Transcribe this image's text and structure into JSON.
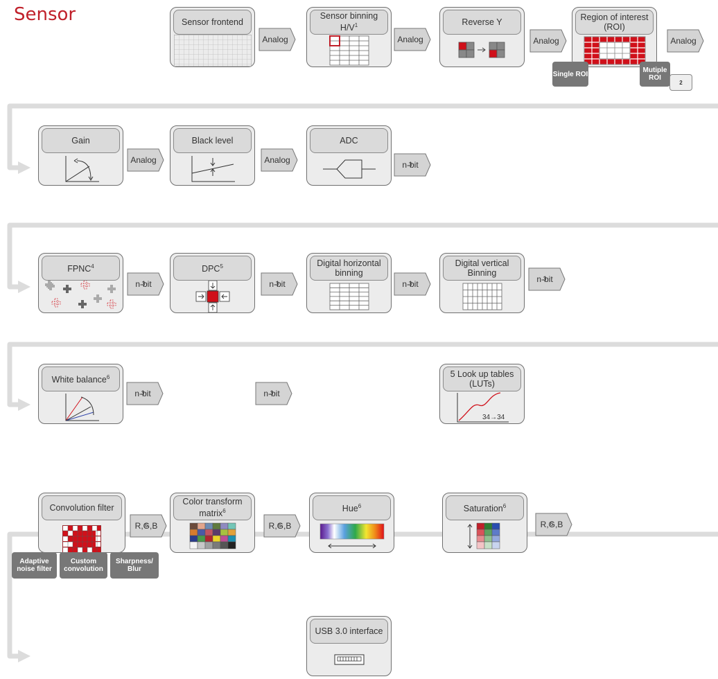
{
  "title": "Sensor",
  "blocks": {
    "sensor_frontend": "Sensor frontend",
    "sensor_binning": "Sensor binning H/V",
    "sensor_binning_sup": "1",
    "reverse_y": "Reverse Y",
    "roi": "Region of interest (ROI)",
    "roi_single": "Single ROI",
    "roi_multiple": "Mutiple ROI",
    "roi_multiple_sup": "2",
    "gain": "Gain",
    "black_level": "Black level",
    "adc": "ADC",
    "fpnc": "FPNC",
    "fpnc_sup": "4",
    "dpc": "DPC",
    "dpc_sup": "5",
    "dig_h_binning": "Digital horizontal binning",
    "dig_v_binning": "Digital vertical Binning",
    "white_balance": "White balance",
    "white_balance_sup": "6",
    "luts": "5 Look up tables (LUTs)",
    "luts_label": "34→34",
    "convolution": "Convolution filter",
    "conv_adaptive": "Adaptive noise filter",
    "conv_custom": "Custom convolution",
    "conv_sharpness": "Sharpness/ Blur",
    "color_matrix": "Color transform matrix",
    "color_matrix_sup": "6",
    "hue": "Hue",
    "hue_sup": "6",
    "saturation": "Saturation",
    "saturation_sup": "6",
    "usb": "USB 3.0 interface"
  },
  "connectors": {
    "analog": "Analog",
    "nbit": "n-bit",
    "nbit_sup": "3",
    "rgb": "R,G,B",
    "rgb_sup": "6"
  },
  "colors": {
    "title": "#c0202a",
    "accent_red": "#d0101a",
    "box_bg": "#ececec",
    "header_bg": "#dadada",
    "connector": "#d4d4d4",
    "flow_line": "#dcdcdc"
  }
}
